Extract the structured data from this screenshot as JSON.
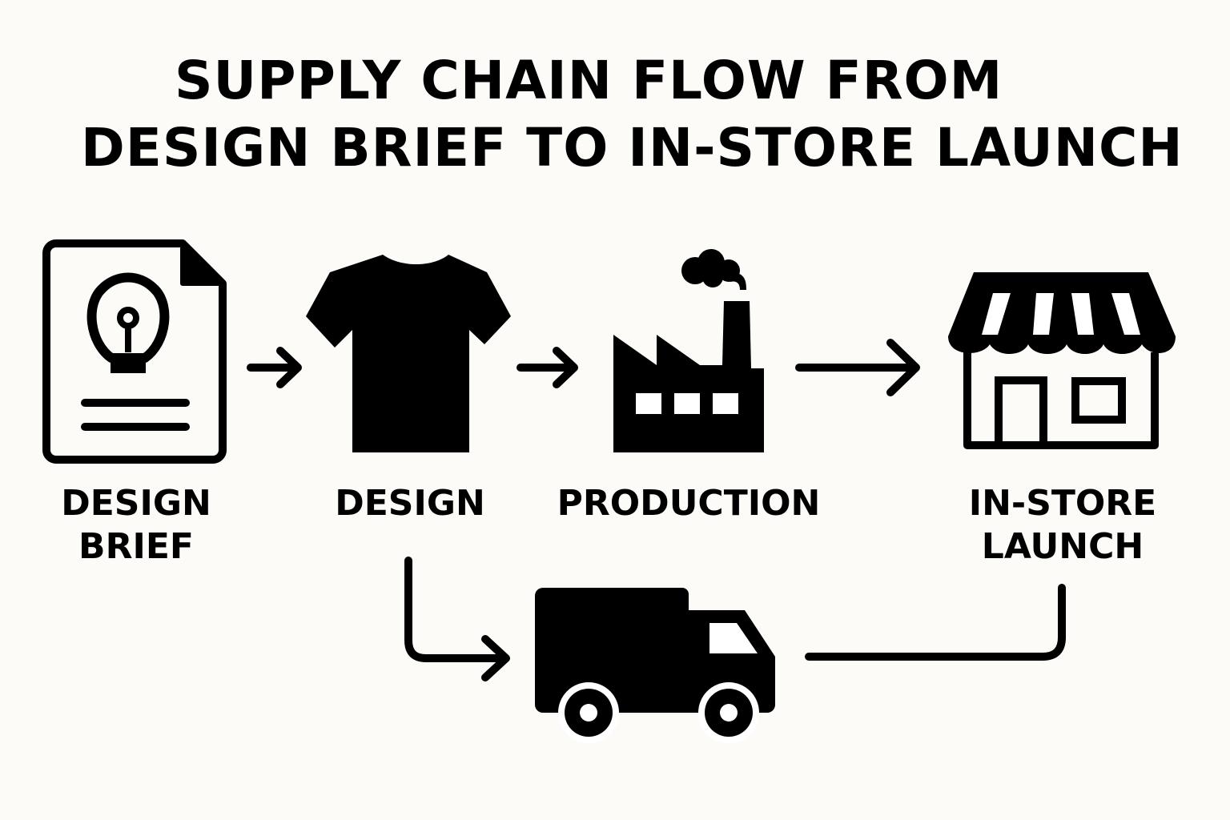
{
  "title": {
    "line1": "SUPPLY CHAIN FLOW FROM",
    "line2": "DESIGN BRIEF TO IN-STORE LAUNCH"
  },
  "steps": [
    {
      "line1": "DESIGN",
      "line2": "BRIEF",
      "icon": "lightbulb-document-icon"
    },
    {
      "line1": "DESIGN",
      "line2": "",
      "icon": "t-shirt-icon"
    },
    {
      "line1": "PRODUCTION",
      "line2": "",
      "icon": "factory-icon"
    },
    {
      "line1": "IN-STORE",
      "line2": "LAUNCH",
      "icon": "storefront-icon"
    }
  ],
  "transport": {
    "icon": "delivery-truck-icon"
  },
  "colors": {
    "background": "#fcfbf7",
    "ink": "#000000"
  }
}
